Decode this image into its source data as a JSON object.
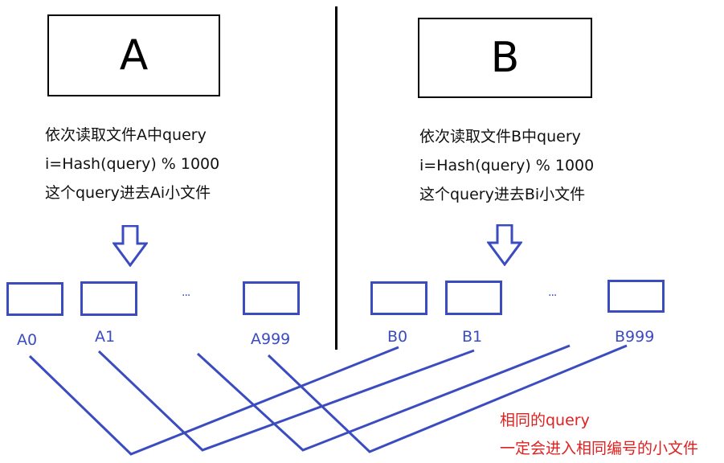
{
  "file_a": {
    "title": "A",
    "lines": [
      "依次读取文件A中query",
      "i=Hash(query) % 1000",
      "这个query进去Ai小文件"
    ],
    "small_files": [
      "A0",
      "A1",
      "A999"
    ],
    "ellipsis": "..."
  },
  "file_b": {
    "title": "B",
    "lines": [
      "依次读取文件B中query",
      "i=Hash(query) % 1000",
      "这个query进去Bi小文件"
    ],
    "small_files": [
      "B0",
      "B1",
      "B999"
    ],
    "ellipsis": "..."
  },
  "note": {
    "line1": "相同的query",
    "line2": "一定会进入相同编号的小文件"
  },
  "colors": {
    "box_border": "#000000",
    "small_box": "#3b4cc0",
    "note_text": "#e02020"
  }
}
